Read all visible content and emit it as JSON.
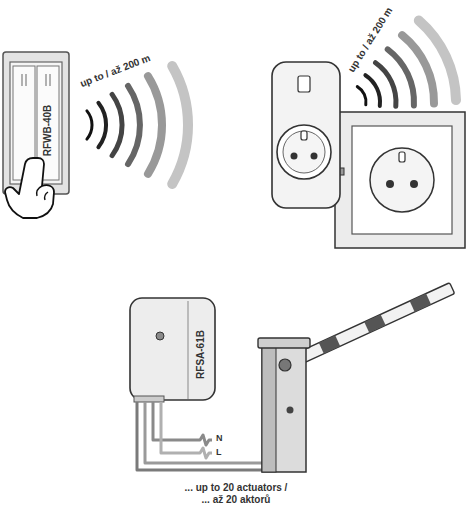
{
  "diagram": {
    "nodes": [
      {
        "text": [
          "RFWB-40B"
        ]
      },
      {
        "text": [
          "RFSA-61B"
        ]
      }
    ],
    "labels": [
      "up to / až 200 m",
      "up to / až 200 m",
      "N",
      "L",
      "... up to 20 actuators / ... až 20 aktorů"
    ]
  }
}
